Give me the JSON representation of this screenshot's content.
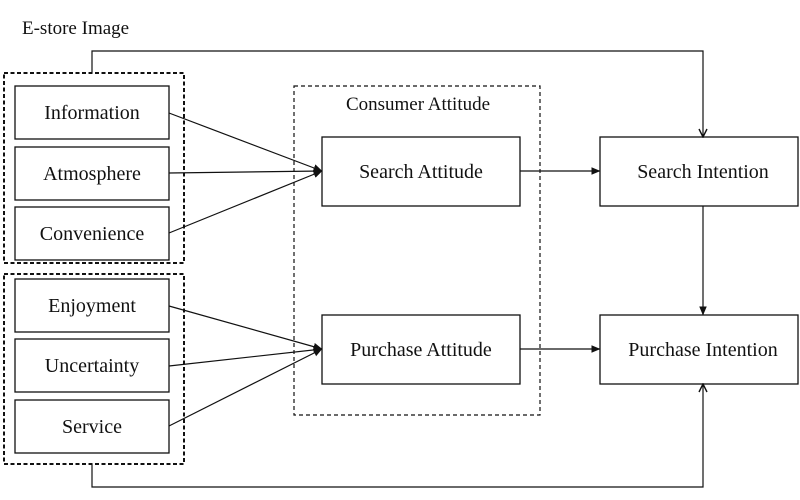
{
  "groups": {
    "estore_image": {
      "label": "E-store Image"
    },
    "consumer_attitude": {
      "label": "Consumer Attitude"
    }
  },
  "nodes": {
    "information": "Information",
    "atmosphere": "Atmosphere",
    "convenience": "Convenience",
    "enjoyment": "Enjoyment",
    "uncertainty": "Uncertainty",
    "service": "Service",
    "search_attitude": "Search Attitude",
    "purchase_attitude": "Purchase Attitude",
    "search_intention": "Search Intention",
    "purchase_intention": "Purchase Intention"
  },
  "edges": [
    {
      "from": "Information",
      "to": "Search Attitude"
    },
    {
      "from": "Atmosphere",
      "to": "Search Attitude"
    },
    {
      "from": "Convenience",
      "to": "Search Attitude"
    },
    {
      "from": "Enjoyment",
      "to": "Purchase Attitude"
    },
    {
      "from": "Uncertainty",
      "to": "Purchase Attitude"
    },
    {
      "from": "Service",
      "to": "Purchase Attitude"
    },
    {
      "from": "Search Attitude",
      "to": "Search Intention"
    },
    {
      "from": "Purchase Attitude",
      "to": "Purchase Intention"
    },
    {
      "from": "Search Intention",
      "to": "Purchase Intention"
    },
    {
      "from": "E-store Image",
      "to": "Search Intention"
    },
    {
      "from": "E-store Image",
      "to": "Purchase Intention"
    }
  ],
  "colors": {
    "stroke": "#111111",
    "background": "#ffffff"
  }
}
